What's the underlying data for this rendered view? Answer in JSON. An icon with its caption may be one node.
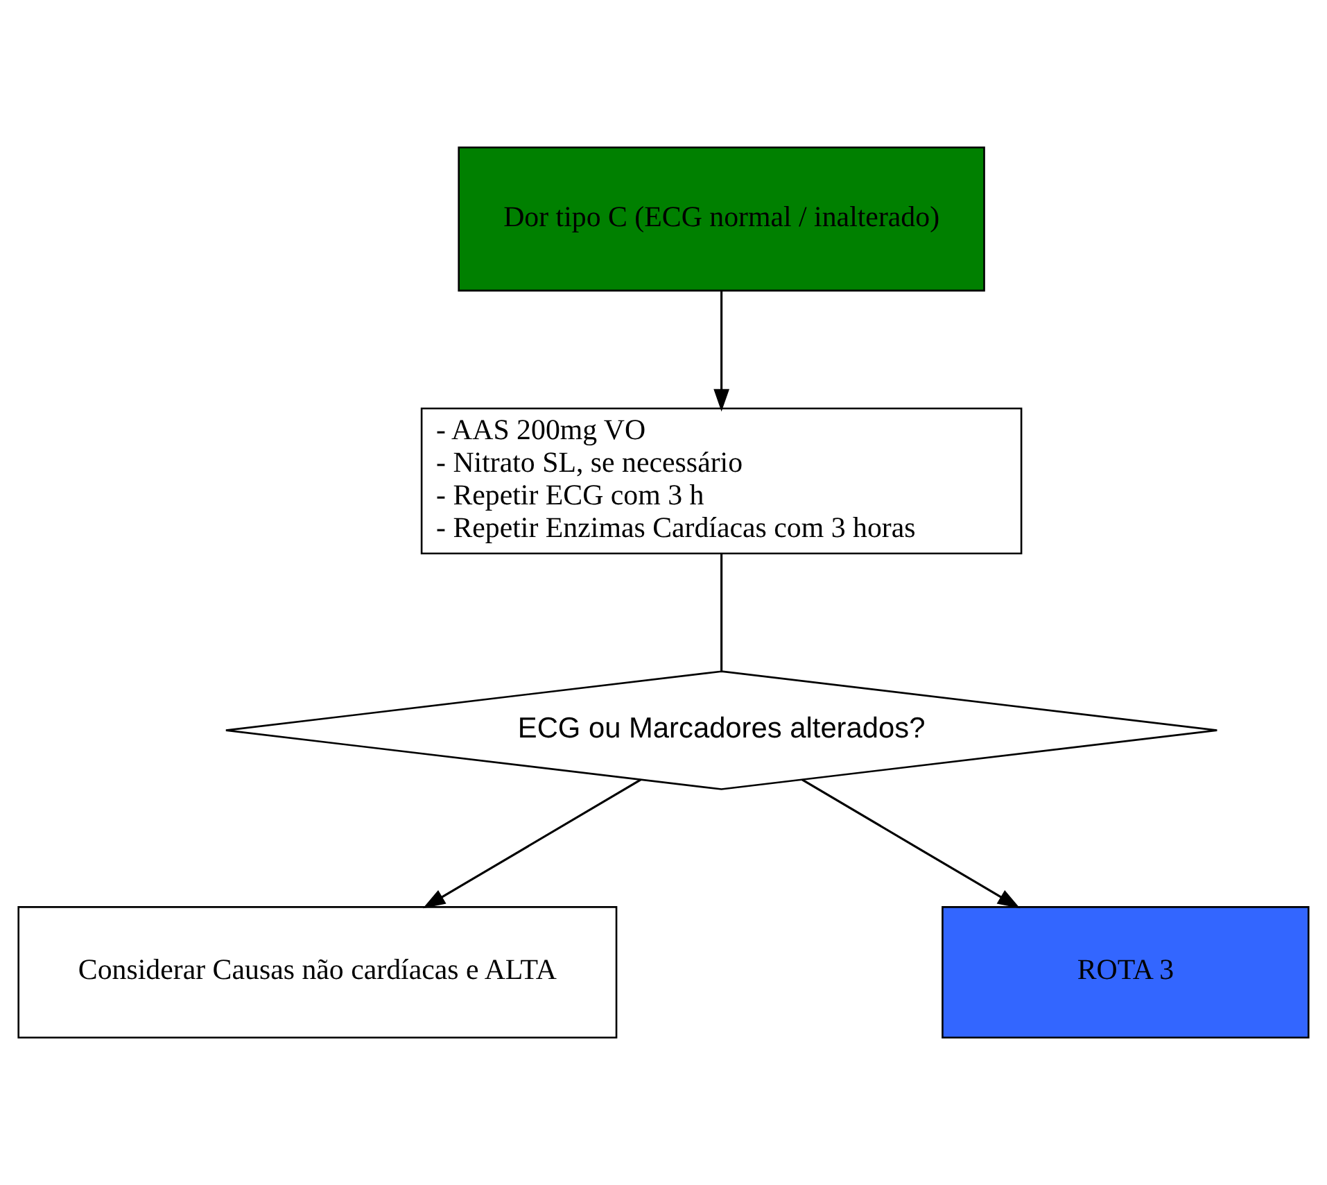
{
  "diagram": {
    "nodes": [
      {
        "text": [
          "Dor tipo C (ECG normal / inalterado)"
        ]
      },
      {
        "text": [
          "- AAS 200mg VO",
          "- Nitrato SL, se necessário",
          "- Repetir ECG com 3 h",
          "- Repetir Enzimas Cardíacas com 3 horas"
        ]
      },
      {
        "text": [
          "ECG ou Marcadores alterados?"
        ]
      },
      {
        "text": [
          "Considerar Causas não cardíacas e ALTA"
        ]
      },
      {
        "text": [
          "ROTA 3"
        ]
      }
    ],
    "edges": [
      {
        "from": 0,
        "to": 1,
        "arrow": "to"
      },
      {
        "from": 1,
        "to": 2,
        "arrow": "none"
      },
      {
        "from": 2,
        "to": 3,
        "arrow": "to"
      },
      {
        "from": 2,
        "to": 4,
        "arrow": "to"
      }
    ]
  }
}
